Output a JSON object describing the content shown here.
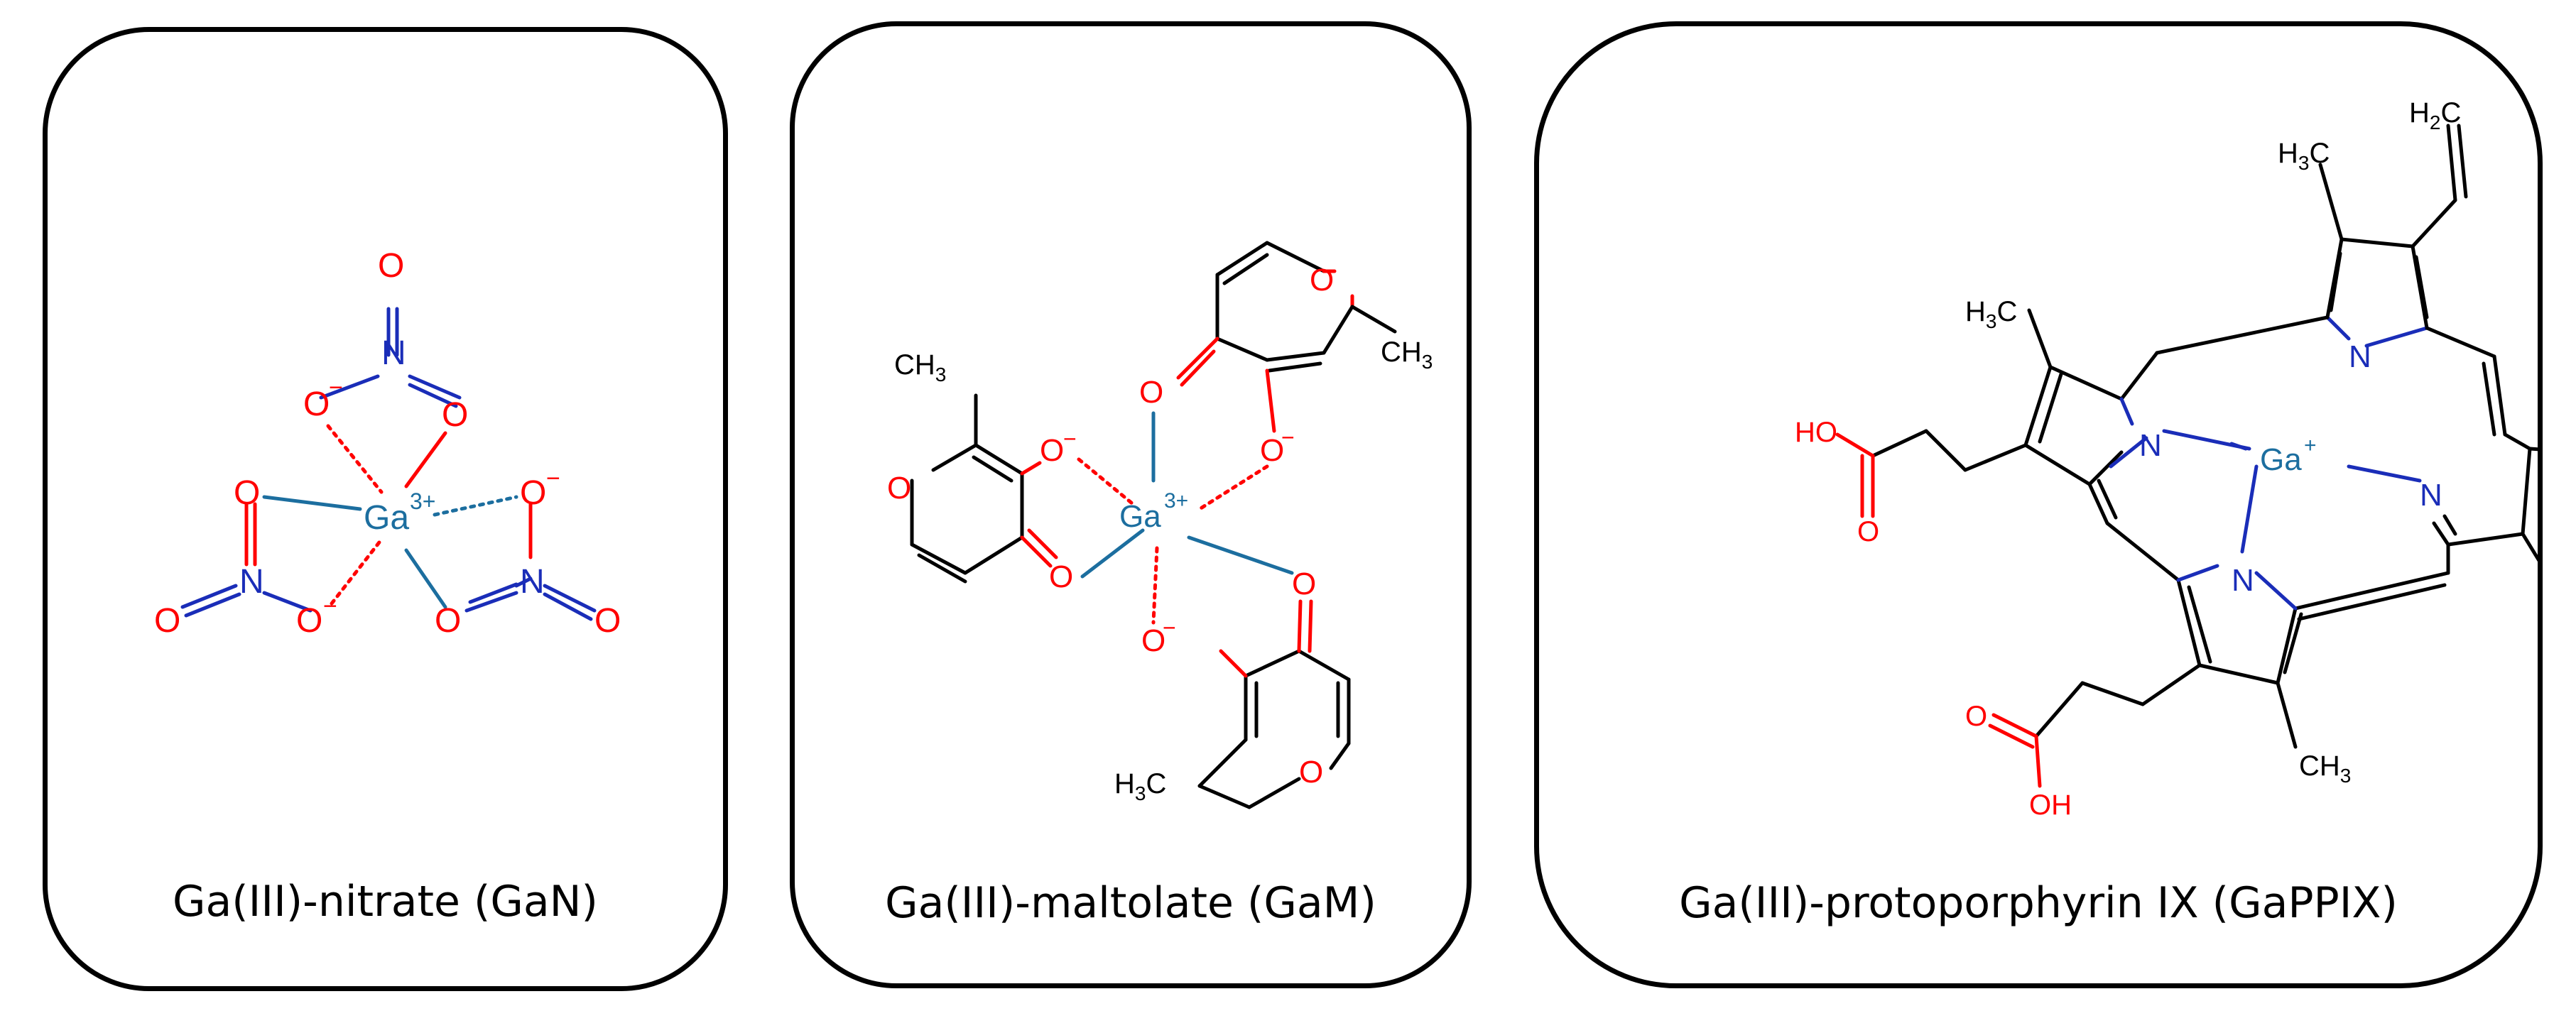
{
  "panels": [
    {
      "caption": "Ga(III)-nitrate (GaN)",
      "metal": {
        "symbol": "Ga",
        "charge": "3+"
      },
      "atom_labels": {
        "O": "O",
        "O_minus": "O",
        "minus": "−",
        "N": "N"
      }
    },
    {
      "caption": "Ga(III)-maltolate (GaM)",
      "metal": {
        "symbol": "Ga",
        "charge": "3+"
      },
      "atom_labels": {
        "O": "O",
        "minus": "−",
        "CH": "CH",
        "H": "H",
        "C": "C",
        "three": "3"
      }
    },
    {
      "caption": "Ga(III)-protoporphyrin IX (GaPPIX)",
      "metal": {
        "symbol": "Ga",
        "charge": "+"
      },
      "atom_labels": {
        "N": "N",
        "O": "O",
        "HO": "HO",
        "OH": "OH",
        "CH": "CH",
        "H": "H",
        "C": "C",
        "two": "2",
        "three": "3"
      }
    }
  ],
  "colors": {
    "oxygen": "#ff0000",
    "nitrogen": "#1a2db8",
    "gallium": "#1c6e9f",
    "bond": "#000000",
    "frame": "#000000"
  }
}
